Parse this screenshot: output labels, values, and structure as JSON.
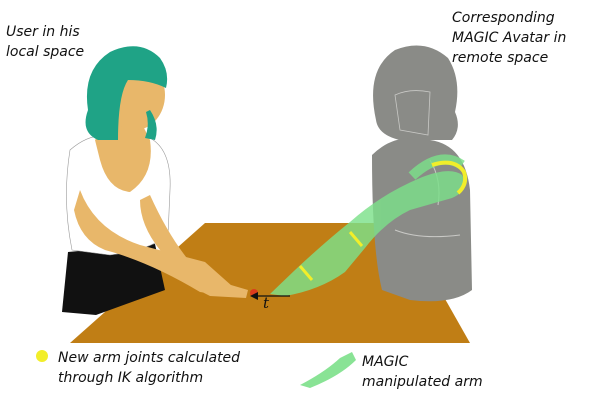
{
  "labels": {
    "user_local": "User in his\nlocal space",
    "avatar_remote": "Corresponding\nMAGIC Avatar in\nremote space",
    "t_marker": "t"
  },
  "legend": {
    "ik_joints": "New arm joints calculated\nthrough IK algorithm",
    "magic_arm": "MAGIC\nmanipulated arm"
  },
  "colors": {
    "table": "#C07E15",
    "hair": "#1FA386",
    "skin": "#E8B76A",
    "shirt": "#FFFFFF",
    "pants": "#111111",
    "avatar": "#8A8B87",
    "magic_arm": "#7CE08A",
    "joint": "#F2EE2A",
    "touch_point": "#E0301E"
  }
}
